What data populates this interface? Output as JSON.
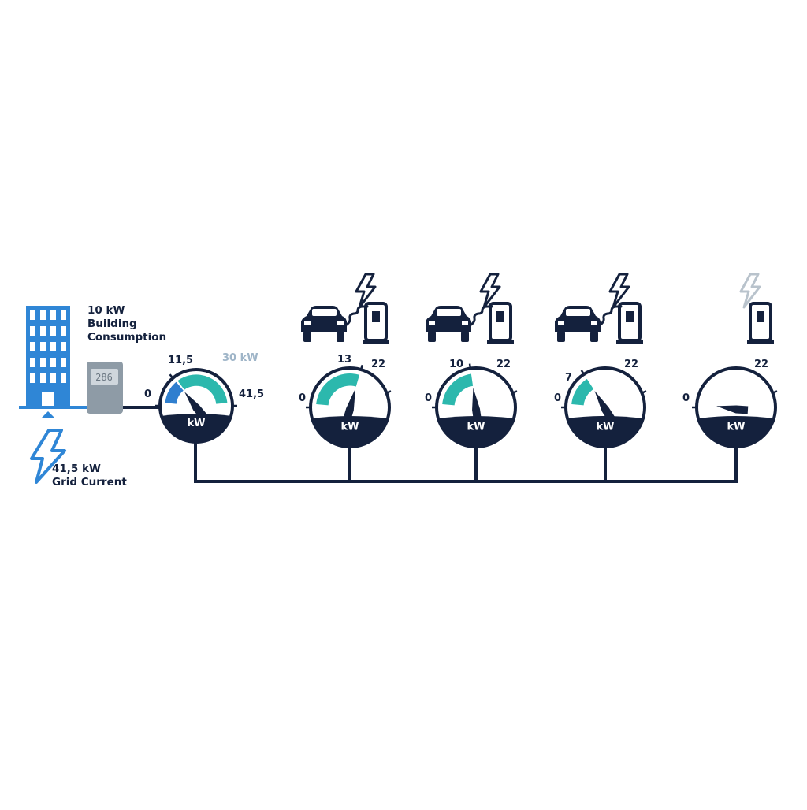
{
  "building": {
    "power": "10 kW",
    "label_line1": "Building",
    "label_line2": "Consumption"
  },
  "grid": {
    "power": "41,5 kW",
    "label": "Grid Current"
  },
  "meter": {
    "display": "286"
  },
  "main_gauge": {
    "min_label": "0",
    "max_label": "41,5",
    "mark_label": "11,5",
    "available_label": "30 kW",
    "unit": "kW",
    "max": 41.5,
    "building_share": 11.5,
    "available": 30,
    "reading": 11.5
  },
  "chargers": [
    {
      "value_label": "13",
      "min_label": "0",
      "max_label": "22",
      "unit": "kW",
      "max": 22,
      "value": 13,
      "car_connected": true,
      "charging": true
    },
    {
      "value_label": "10",
      "min_label": "0",
      "max_label": "22",
      "unit": "kW",
      "max": 22,
      "value": 10,
      "car_connected": true,
      "charging": true
    },
    {
      "value_label": "7",
      "min_label": "0",
      "max_label": "22",
      "unit": "kW",
      "max": 22,
      "value": 7,
      "car_connected": true,
      "charging": true
    },
    {
      "value_label": "",
      "min_label": "0",
      "max_label": "22",
      "unit": "kW",
      "max": 22,
      "value": 0,
      "car_connected": false,
      "charging": false
    }
  ],
  "colors": {
    "navy": "#14213d",
    "blue": "#2f7fcf",
    "building_blue": "#2f86d6",
    "teal": "#2cb8ad",
    "light_teal": "#7fd3cb",
    "meter_gray": "#8e9ba6",
    "idle_bolt": "#b9c3cc"
  },
  "icons": {
    "building": "office-building-icon",
    "meter": "electricity-meter-icon",
    "grid": "lightning-bolt-icon",
    "car": "car-icon",
    "charger": "charging-station-icon"
  }
}
